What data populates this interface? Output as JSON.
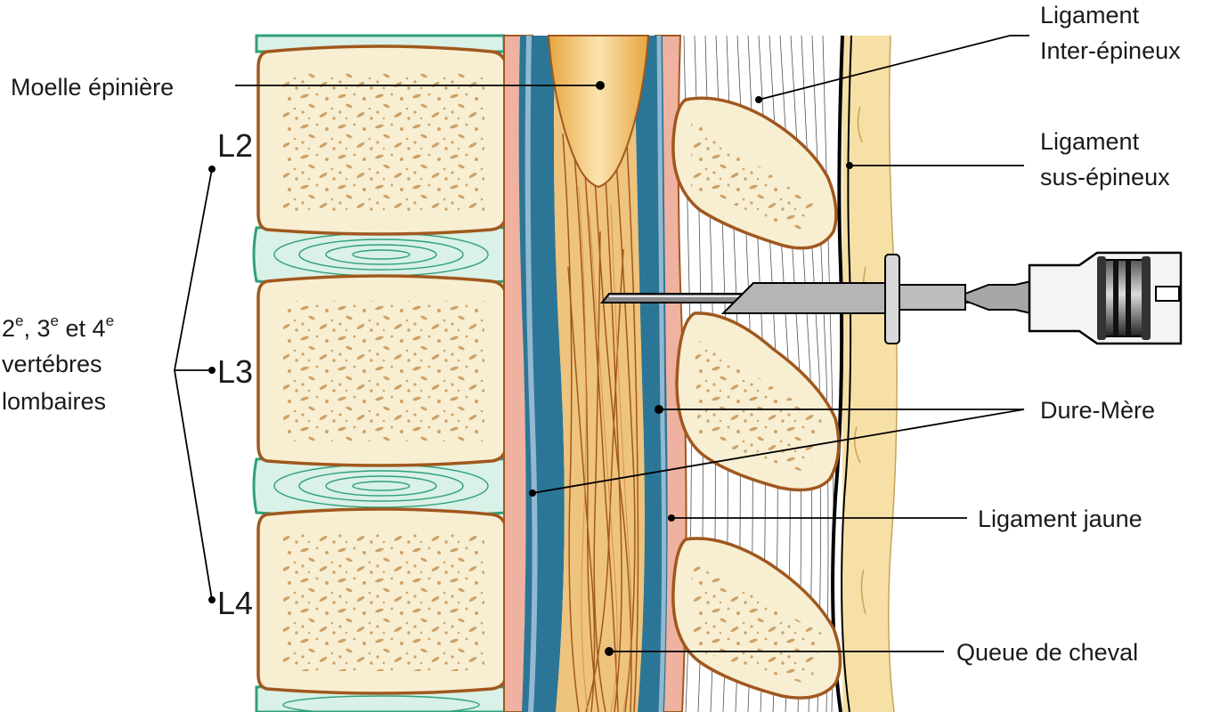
{
  "labels": {
    "moelle": "Moelle épinière",
    "interepineux_1": "Ligament",
    "interepineux_2": "Inter-épineux",
    "susepineux_1": "Ligament",
    "susepineux_2": "sus-épineux",
    "dure_mere": "Dure-Mère",
    "ligament_jaune": "Ligament jaune",
    "queue": "Queue de cheval",
    "vertebrae": {
      "n2": "2",
      "n3": "3",
      "n4": "4",
      "sup": "e",
      "sep": ", ",
      "et": " et ",
      "line2": "vertébres",
      "line3": "lombaires"
    },
    "levels": {
      "l2": "L2",
      "l3": "L3",
      "l4": "L4"
    }
  },
  "colors": {
    "bone_fill": "#f8eed2",
    "bone_outline": "#a0581e",
    "disc_fill": "#d9f1e6",
    "disc_outline": "#2fa07a",
    "dura_pink": "#efb2a0",
    "csf_blue": "#2b7696",
    "nerve_orange": "#eec37d",
    "skin": "#f7e0a6"
  }
}
